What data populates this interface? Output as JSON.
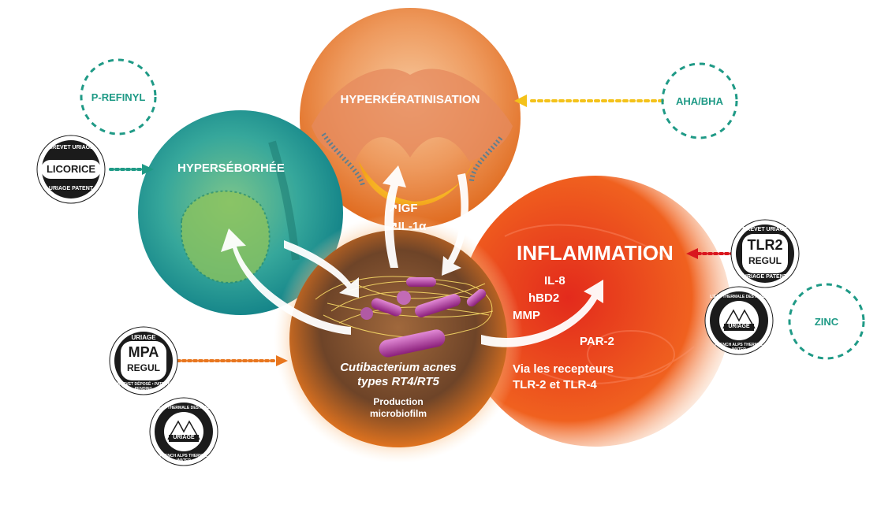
{
  "circles": {
    "keratin": "HYPERKÉRATINISATION",
    "sebum": "HYPERSÉBORHÉE",
    "inflammation": "INFLAMMATION"
  },
  "keratin_mediators": [
    "↗IGF",
    "↗IL-1α"
  ],
  "inflammation_mediators": [
    "IL-8",
    "hBD2",
    "MMP"
  ],
  "par2": "PAR-2",
  "receptors": [
    "Via les recepteurs",
    "TLR-2 et TLR-4"
  ],
  "bacteria": {
    "line1": "Cutibacterium acnes",
    "line2": "types RT4/RT5",
    "prod1": "Production",
    "prod2": "microbiofilm"
  },
  "actives": {
    "p_refinyl": "P-REFINYL",
    "aha_bha": "AHA/BHA",
    "zinc": "ZINC"
  },
  "badges": {
    "licorice": {
      "main": "LICORICE",
      "top": "BREVET URIAGE",
      "bottom": "URIAGE PATENT"
    },
    "tlr2": {
      "main1": "TLR2",
      "main2": "REGUL",
      "top": "BREVET URIAGE",
      "bottom": "URIAGE PATENT"
    },
    "mpa": {
      "top": "URIAGE",
      "main1": "MPA",
      "main2": "REGUL",
      "bottom": "BREVET DÉPOSÉ • PATENT PENDING"
    },
    "thermal": {
      "top": "L'EAU THERMALE DES ALPES",
      "brand": "URIAGE",
      "bottom": "FRENCH ALPS THERMAL WATER"
    }
  },
  "colors": {
    "teal": "#1f9a86",
    "orange": "#e8761e",
    "red": "#d9161e",
    "yellow": "#f4c21a",
    "dark_badge": "#1b1b1b"
  }
}
